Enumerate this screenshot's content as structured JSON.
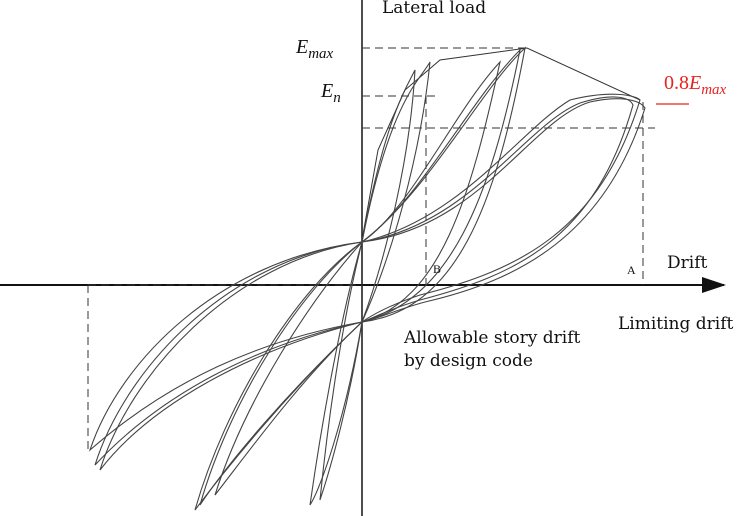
{
  "labels": {
    "y_axis": "Lateral load",
    "x_axis": "Drift",
    "e_max": "E_max",
    "e_n": "E_n",
    "reduced": "0.8E_max",
    "allowable_line1": "Allowable story drift",
    "allowable_line2": "by design code",
    "limiting": "Limiting drift",
    "point_a": "A",
    "point_b": "B"
  },
  "math": {
    "e_max": {
      "base": "E",
      "sub": "max"
    },
    "e_n": {
      "base": "E",
      "sub": "n"
    },
    "reduced": {
      "coef": "0.8",
      "base": "E",
      "sub": "max"
    }
  },
  "colors": {
    "ink": "#111111",
    "curve": "#444444",
    "highlight": "#e8231f"
  }
}
